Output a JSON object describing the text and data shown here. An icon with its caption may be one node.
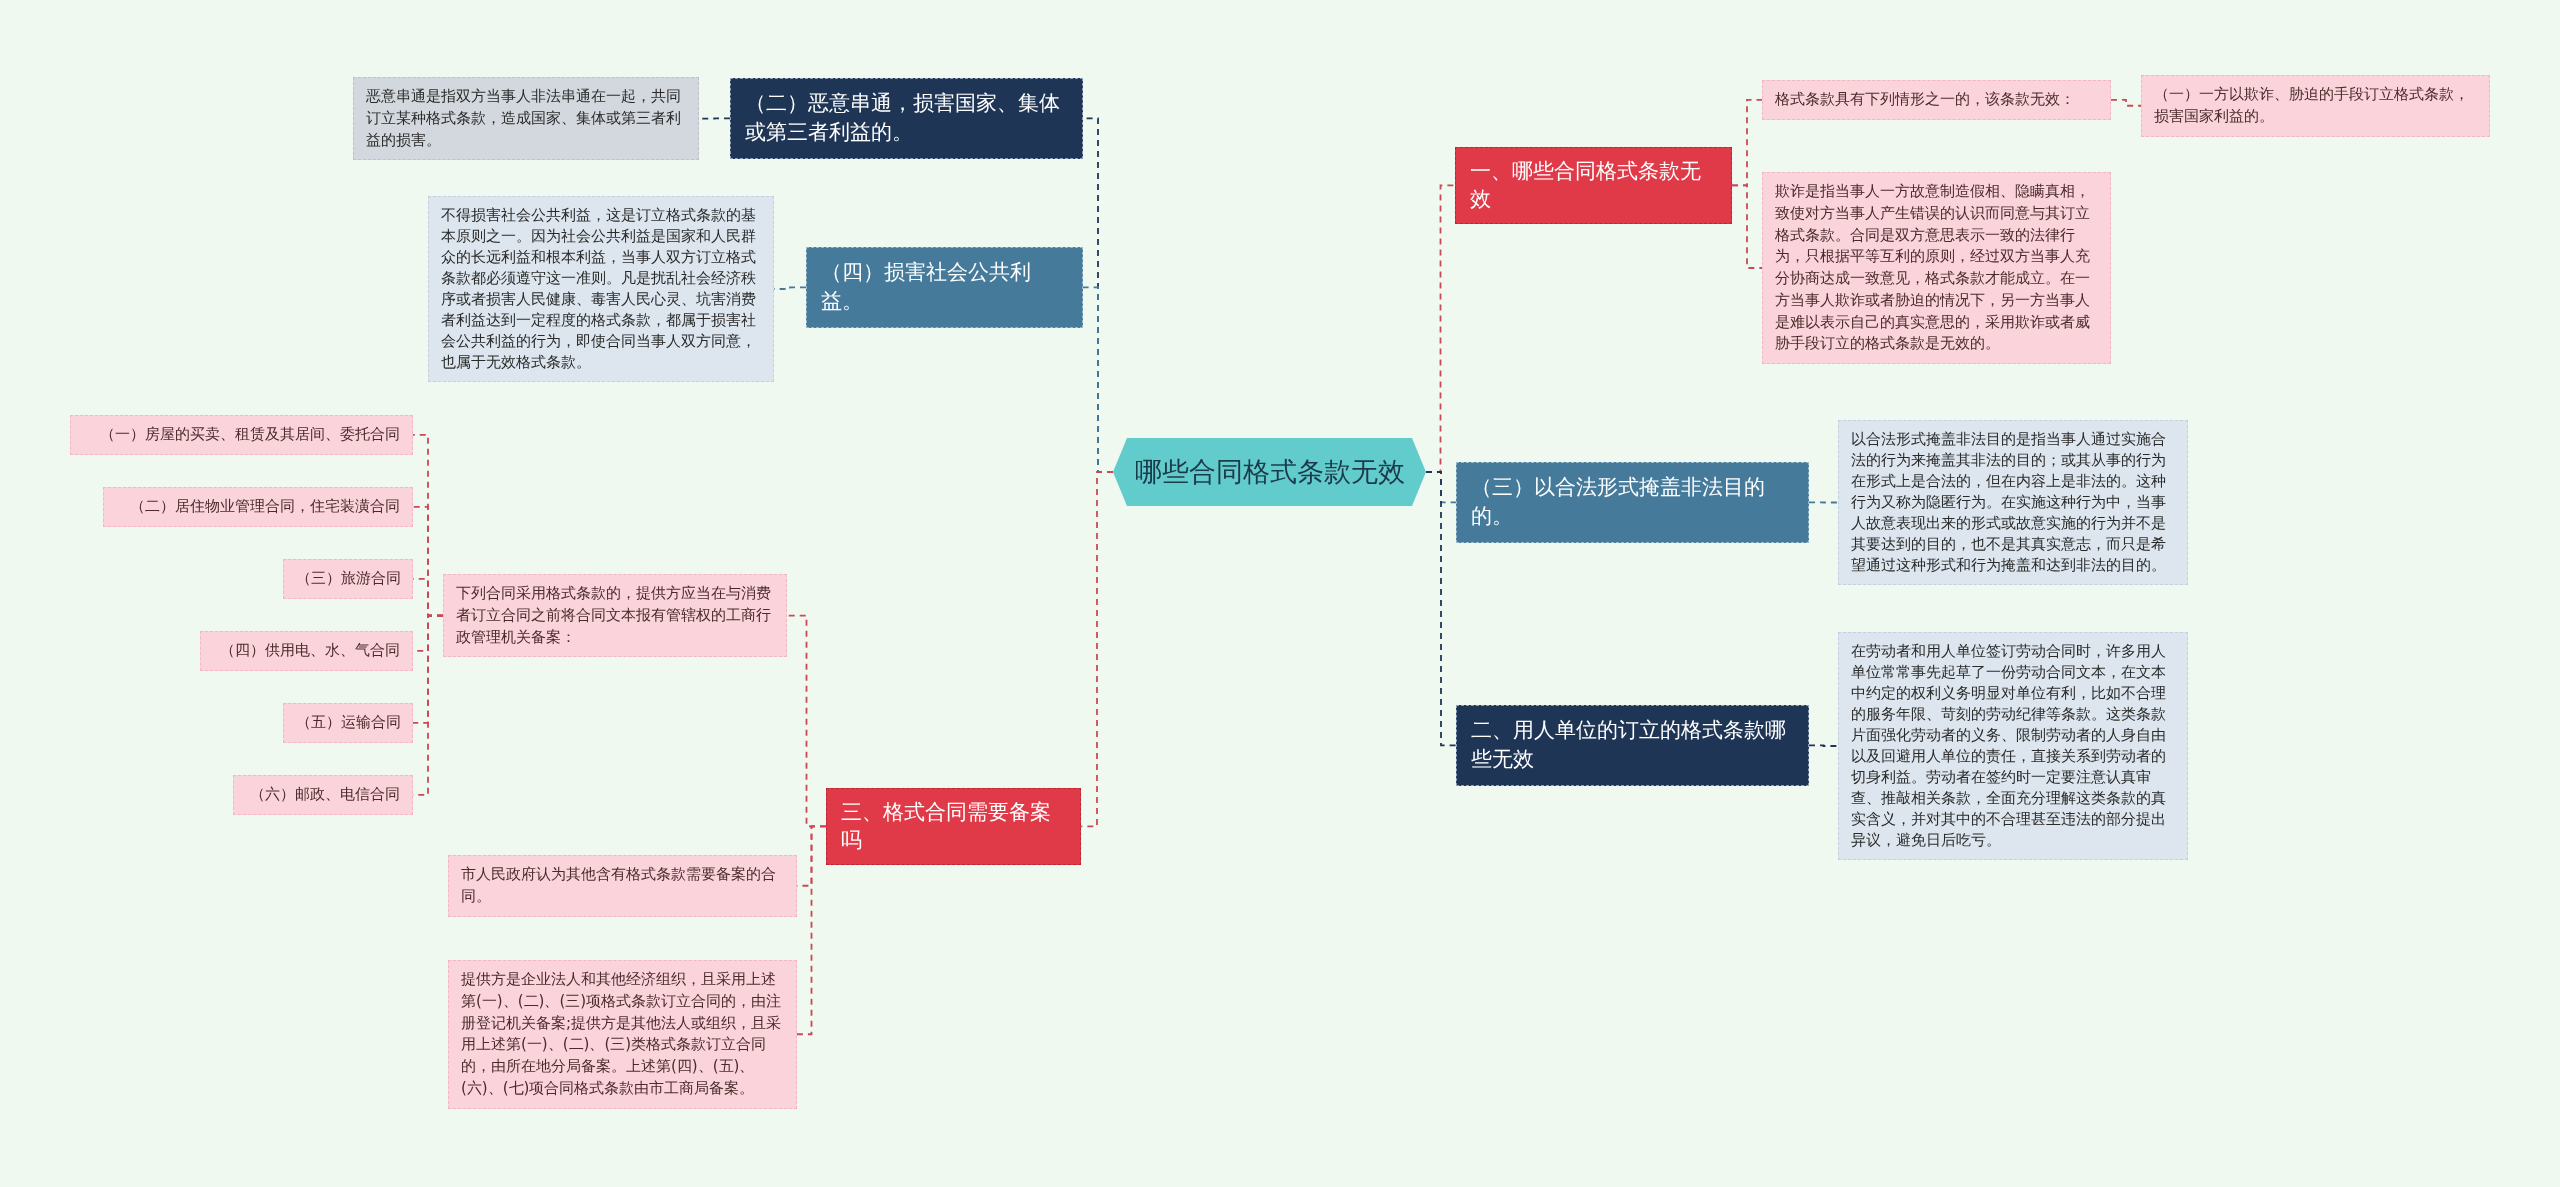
{
  "diagram": {
    "nodes": [
      {
        "text": [
          "哪些合同格式条款无效"
        ]
      },
      {
        "text": [
          "（二）恶意串通，损害国家、集体或第三者利益的。"
        ]
      },
      {
        "text": [
          "恶意串通是指双方当事人非法串通在一起，共同订立某种格式条款，造成国家、集体或第三者利益的损害。"
        ]
      },
      {
        "text": [
          "（四）损害社会公共利益。"
        ]
      },
      {
        "text": [
          "不得损害社会公共利益，这是订立格式条款的基本原则之一。因为社会公共利益是国家和人民群众的长远利益和根本利益，当事人双方订立格式条款都必须遵守这一准则。凡是扰乱社会经济秩序或者损害人民健康、毒害人民心灵、坑害消费者利益达到一定程度的格式条款，都属于损害社会公共利益的行为，即使合同当事人双方同意，也属于无效格式条款。"
        ]
      },
      {
        "text": [
          "三、格式合同需要备案吗"
        ]
      },
      {
        "text": [
          "下列合同采用格式条款的，提供方应当在与消费者订立合同之前将合同文本报有管辖权的工商行政管理机关备案："
        ]
      },
      {
        "text": [
          "（一）房屋的买卖、租赁及其居间、委托合同"
        ]
      },
      {
        "text": [
          "（二）居住物业管理合同，住宅装潢合同"
        ]
      },
      {
        "text": [
          "（三）旅游合同"
        ]
      },
      {
        "text": [
          "（四）供用电、水、气合同"
        ]
      },
      {
        "text": [
          "（五）运输合同"
        ]
      },
      {
        "text": [
          "（六）邮政、电信合同"
        ]
      },
      {
        "text": [
          "市人民政府认为其他含有格式条款需要备案的合同。"
        ]
      },
      {
        "text": [
          "提供方是企业法人和其他经济组织，且采用上述第(一)、(二)、(三)项格式条款订立合同的，由注册登记机关备案;提供方是其他法人或组织，且采用上述第(一)、(二)、(三)类格式条款订立合同的，由所在地分局备案。上述第(四)、(五)、(六)、(七)项合同格式条款由市工商局备案。"
        ]
      },
      {
        "text": [
          "一、哪些合同格式条款无效"
        ]
      },
      {
        "text": [
          "格式条款具有下列情形之一的，该条款无效："
        ]
      },
      {
        "text": [
          "（一）一方以欺诈、胁迫的手段订立格式条款，损害国家利益的。"
        ]
      },
      {
        "text": [
          "欺诈是指当事人一方故意制造假相、隐瞒真相，致使对方当事人产生错误的认识而同意与其订立格式条款。合同是双方意思表示一致的法律行为，只根据平等互利的原则，经过双方当事人充分协商达成一致意见，格式条款才能成立。在一方当事人欺诈或者胁迫的情况下，另一方当事人是难以表示自己的真实意思的，采用欺诈或者威胁手段订立的格式条款是无效的。"
        ]
      },
      {
        "text": [
          "（三）以合法形式掩盖非法目的的。"
        ]
      },
      {
        "text": [
          "以合法形式掩盖非法目的是指当事人通过实施合法的行为来掩盖其非法的目的；或其从事的行为在形式上是合法的，但在内容上是非法的。这种行为又称为隐匿行为。在实施这种行为中，当事人故意表现出来的形式或故意实施的行为并不是其要达到的目的，也不是其真实意志，而只是希望通过这种形式和行为掩盖和达到非法的目的。"
        ]
      },
      {
        "text": [
          "二、用人单位的订立的格式条款哪些无效"
        ]
      },
      {
        "text": [
          "在劳动者和用人单位签订劳动合同时，许多用人单位常常事先起草了一份劳动合同文本，在文本中约定的权利义务明显对单位有利，比如不合理的服务年限、苛刻的劳动纪律等条款。这类条款片面强化劳动者的义务、限制劳动者的人身自由以及回避用人单位的责任，直接关系到劳动者的切身利益。劳动者在签约时一定要注意认真审查、推敲相关条款，全面充分理解这类条款的真实含义，并对其中的不合理甚至违法的部分提出异议，避免日后吃亏。"
        ]
      }
    ],
    "edges": [
      {
        "from": 0,
        "to": 1,
        "arrow": "none",
        "color": "#1f3556"
      },
      {
        "from": 1,
        "to": 2,
        "arrow": "none",
        "color": "#1f3556"
      },
      {
        "from": 0,
        "to": 3,
        "arrow": "none",
        "color": "#457a9b"
      },
      {
        "from": 3,
        "to": 4,
        "arrow": "none",
        "color": "#457a9b"
      },
      {
        "from": 0,
        "to": 5,
        "arrow": "none"
      },
      {
        "from": 5,
        "to": 6,
        "arrow": "none"
      },
      {
        "from": 6,
        "to": 7,
        "arrow": "none"
      },
      {
        "from": 6,
        "to": 8,
        "arrow": "none"
      },
      {
        "from": 6,
        "to": 9,
        "arrow": "none"
      },
      {
        "from": 6,
        "to": 10,
        "arrow": "none"
      },
      {
        "from": 6,
        "to": 11,
        "arrow": "none"
      },
      {
        "from": 6,
        "to": 12,
        "arrow": "none"
      },
      {
        "from": 5,
        "to": 13,
        "arrow": "none"
      },
      {
        "from": 5,
        "to": 14,
        "arrow": "none"
      },
      {
        "from": 0,
        "to": 15,
        "arrow": "none"
      },
      {
        "from": 15,
        "to": 16,
        "arrow": "none"
      },
      {
        "from": 16,
        "to": 17,
        "arrow": "none"
      },
      {
        "from": 15,
        "to": 18,
        "arrow": "none"
      },
      {
        "from": 0,
        "to": 19,
        "arrow": "none",
        "color": "#457a9b"
      },
      {
        "from": 19,
        "to": 20,
        "arrow": "none",
        "color": "#457a9b"
      },
      {
        "from": 0,
        "to": 21,
        "arrow": "none",
        "color": "#1f3556"
      },
      {
        "from": 21,
        "to": 22,
        "arrow": "none",
        "color": "#1f3556"
      }
    ]
  }
}
